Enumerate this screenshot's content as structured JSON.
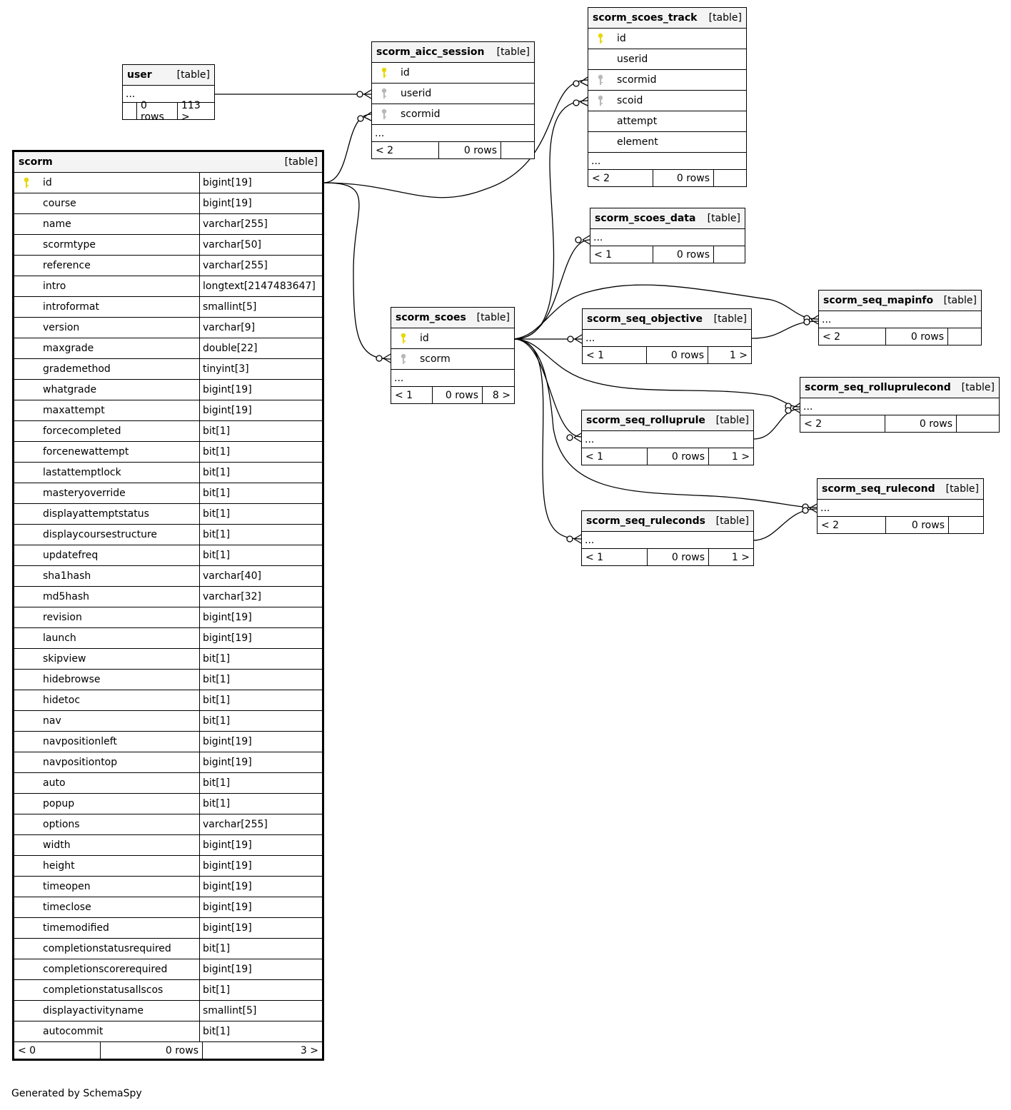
{
  "credit": "Generated by SchemaSpy",
  "type_label": "[table]",
  "ellipsis": "...",
  "colors": {
    "pk_key": "#e8d700",
    "fk_key": "#b8b8b8",
    "header_bg": "#f4f4f4"
  },
  "tables": {
    "scorm": {
      "name": "scorm",
      "columns": [
        {
          "name": "id",
          "type": "bigint[19]",
          "key": "pk"
        },
        {
          "name": "course",
          "type": "bigint[19]"
        },
        {
          "name": "name",
          "type": "varchar[255]"
        },
        {
          "name": "scormtype",
          "type": "varchar[50]"
        },
        {
          "name": "reference",
          "type": "varchar[255]"
        },
        {
          "name": "intro",
          "type": "longtext[2147483647]"
        },
        {
          "name": "introformat",
          "type": "smallint[5]"
        },
        {
          "name": "version",
          "type": "varchar[9]"
        },
        {
          "name": "maxgrade",
          "type": "double[22]"
        },
        {
          "name": "grademethod",
          "type": "tinyint[3]"
        },
        {
          "name": "whatgrade",
          "type": "bigint[19]"
        },
        {
          "name": "maxattempt",
          "type": "bigint[19]"
        },
        {
          "name": "forcecompleted",
          "type": "bit[1]"
        },
        {
          "name": "forcenewattempt",
          "type": "bit[1]"
        },
        {
          "name": "lastattemptlock",
          "type": "bit[1]"
        },
        {
          "name": "masteryoverride",
          "type": "bit[1]"
        },
        {
          "name": "displayattemptstatus",
          "type": "bit[1]"
        },
        {
          "name": "displaycoursestructure",
          "type": "bit[1]"
        },
        {
          "name": "updatefreq",
          "type": "bit[1]"
        },
        {
          "name": "sha1hash",
          "type": "varchar[40]"
        },
        {
          "name": "md5hash",
          "type": "varchar[32]"
        },
        {
          "name": "revision",
          "type": "bigint[19]"
        },
        {
          "name": "launch",
          "type": "bigint[19]"
        },
        {
          "name": "skipview",
          "type": "bit[1]"
        },
        {
          "name": "hidebrowse",
          "type": "bit[1]"
        },
        {
          "name": "hidetoc",
          "type": "bit[1]"
        },
        {
          "name": "nav",
          "type": "bit[1]"
        },
        {
          "name": "navpositionleft",
          "type": "bigint[19]"
        },
        {
          "name": "navpositiontop",
          "type": "bigint[19]"
        },
        {
          "name": "auto",
          "type": "bit[1]"
        },
        {
          "name": "popup",
          "type": "bit[1]"
        },
        {
          "name": "options",
          "type": "varchar[255]"
        },
        {
          "name": "width",
          "type": "bigint[19]"
        },
        {
          "name": "height",
          "type": "bigint[19]"
        },
        {
          "name": "timeopen",
          "type": "bigint[19]"
        },
        {
          "name": "timeclose",
          "type": "bigint[19]"
        },
        {
          "name": "timemodified",
          "type": "bigint[19]"
        },
        {
          "name": "completionstatusrequired",
          "type": "bit[1]"
        },
        {
          "name": "completionscorerequired",
          "type": "bigint[19]"
        },
        {
          "name": "completionstatusallscos",
          "type": "bit[1]"
        },
        {
          "name": "displayactivityname",
          "type": "smallint[5]"
        },
        {
          "name": "autocommit",
          "type": "bit[1]"
        }
      ],
      "footer": {
        "parents": "< 0",
        "rows": "0 rows",
        "children": "3 >"
      }
    },
    "user": {
      "name": "user",
      "columns": [],
      "ellipsis": true,
      "footer": {
        "parents": "",
        "rows": "0 rows",
        "children": "113 >"
      }
    },
    "scorm_aicc_session": {
      "name": "scorm_aicc_session",
      "columns": [
        {
          "name": "id",
          "key": "pk"
        },
        {
          "name": "userid",
          "key": "fk"
        },
        {
          "name": "scormid",
          "key": "fk"
        }
      ],
      "ellipsis": true,
      "footer": {
        "parents": "< 2",
        "rows": "0 rows",
        "children": ""
      }
    },
    "scorm_scoes_track": {
      "name": "scorm_scoes_track",
      "columns": [
        {
          "name": "id",
          "key": "pk"
        },
        {
          "name": "userid"
        },
        {
          "name": "scormid",
          "key": "fk"
        },
        {
          "name": "scoid",
          "key": "fk"
        },
        {
          "name": "attempt"
        },
        {
          "name": "element"
        }
      ],
      "ellipsis": true,
      "footer": {
        "parents": "< 2",
        "rows": "0 rows",
        "children": ""
      }
    },
    "scorm_scoes_data": {
      "name": "scorm_scoes_data",
      "columns": [],
      "ellipsis": true,
      "footer": {
        "parents": "< 1",
        "rows": "0 rows",
        "children": ""
      }
    },
    "scorm_scoes": {
      "name": "scorm_scoes",
      "columns": [
        {
          "name": "id",
          "key": "pk"
        },
        {
          "name": "scorm",
          "key": "fk"
        }
      ],
      "ellipsis": true,
      "footer": {
        "parents": "< 1",
        "rows": "0 rows",
        "children": "8 >"
      }
    },
    "scorm_seq_objective": {
      "name": "scorm_seq_objective",
      "columns": [],
      "ellipsis": true,
      "footer": {
        "parents": "< 1",
        "rows": "0 rows",
        "children": "1 >"
      }
    },
    "scorm_seq_mapinfo": {
      "name": "scorm_seq_mapinfo",
      "columns": [],
      "ellipsis": true,
      "footer": {
        "parents": "< 2",
        "rows": "0 rows",
        "children": ""
      }
    },
    "scorm_seq_rolluprulecond": {
      "name": "scorm_seq_rolluprulecond",
      "columns": [],
      "ellipsis": true,
      "footer": {
        "parents": "< 2",
        "rows": "0 rows",
        "children": ""
      }
    },
    "scorm_seq_rolluprule": {
      "name": "scorm_seq_rolluprule",
      "columns": [],
      "ellipsis": true,
      "footer": {
        "parents": "< 1",
        "rows": "0 rows",
        "children": "1 >"
      }
    },
    "scorm_seq_rulecond": {
      "name": "scorm_seq_rulecond",
      "columns": [],
      "ellipsis": true,
      "footer": {
        "parents": "< 2",
        "rows": "0 rows",
        "children": ""
      }
    },
    "scorm_seq_ruleconds": {
      "name": "scorm_seq_ruleconds",
      "columns": [],
      "ellipsis": true,
      "footer": {
        "parents": "< 1",
        "rows": "0 rows",
        "children": "1 >"
      }
    }
  },
  "relationships": [
    {
      "from": "scorm.id",
      "to": "scorm_aicc_session.scormid"
    },
    {
      "from": "scorm.id",
      "to": "scorm_scoes.scorm"
    },
    {
      "from": "scorm.id",
      "to": "scorm_scoes_track.scormid"
    },
    {
      "from": "user",
      "to": "scorm_aicc_session.userid"
    },
    {
      "from": "scorm_scoes.id",
      "to": "scorm_scoes_track.scoid"
    },
    {
      "from": "scorm_scoes.id",
      "to": "scorm_scoes_data"
    },
    {
      "from": "scorm_scoes.id",
      "to": "scorm_seq_objective"
    },
    {
      "from": "scorm_scoes.id",
      "to": "scorm_seq_mapinfo"
    },
    {
      "from": "scorm_scoes.id",
      "to": "scorm_seq_rolluprulecond"
    },
    {
      "from": "scorm_scoes.id",
      "to": "scorm_seq_rolluprule"
    },
    {
      "from": "scorm_scoes.id",
      "to": "scorm_seq_rulecond"
    },
    {
      "from": "scorm_scoes.id",
      "to": "scorm_seq_ruleconds"
    },
    {
      "from": "scorm_seq_objective",
      "to": "scorm_seq_mapinfo"
    },
    {
      "from": "scorm_seq_rolluprule",
      "to": "scorm_seq_rolluprulecond"
    },
    {
      "from": "scorm_seq_ruleconds",
      "to": "scorm_seq_rulecond"
    }
  ]
}
